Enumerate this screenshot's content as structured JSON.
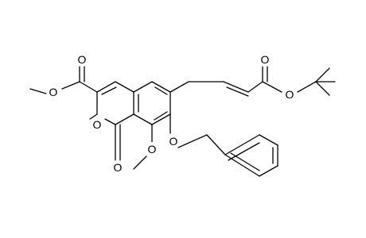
{
  "diagram": {
    "type": "chemical-structure",
    "atom_labels": {
      "ester_carbonyl_oxygen_left": "O",
      "ester_methoxy_oxygen_left": "O",
      "ring_oxygen": "O",
      "lactone_carbonyl_oxygen": "O",
      "methoxy_oxygen": "O",
      "benzyloxy_oxygen": "O",
      "acrylate_carbonyl_oxygen": "O",
      "acrylate_ester_oxygen": "O"
    },
    "colors": {
      "bond": "#000000",
      "label": "#000000",
      "background": "#ffffff"
    }
  }
}
